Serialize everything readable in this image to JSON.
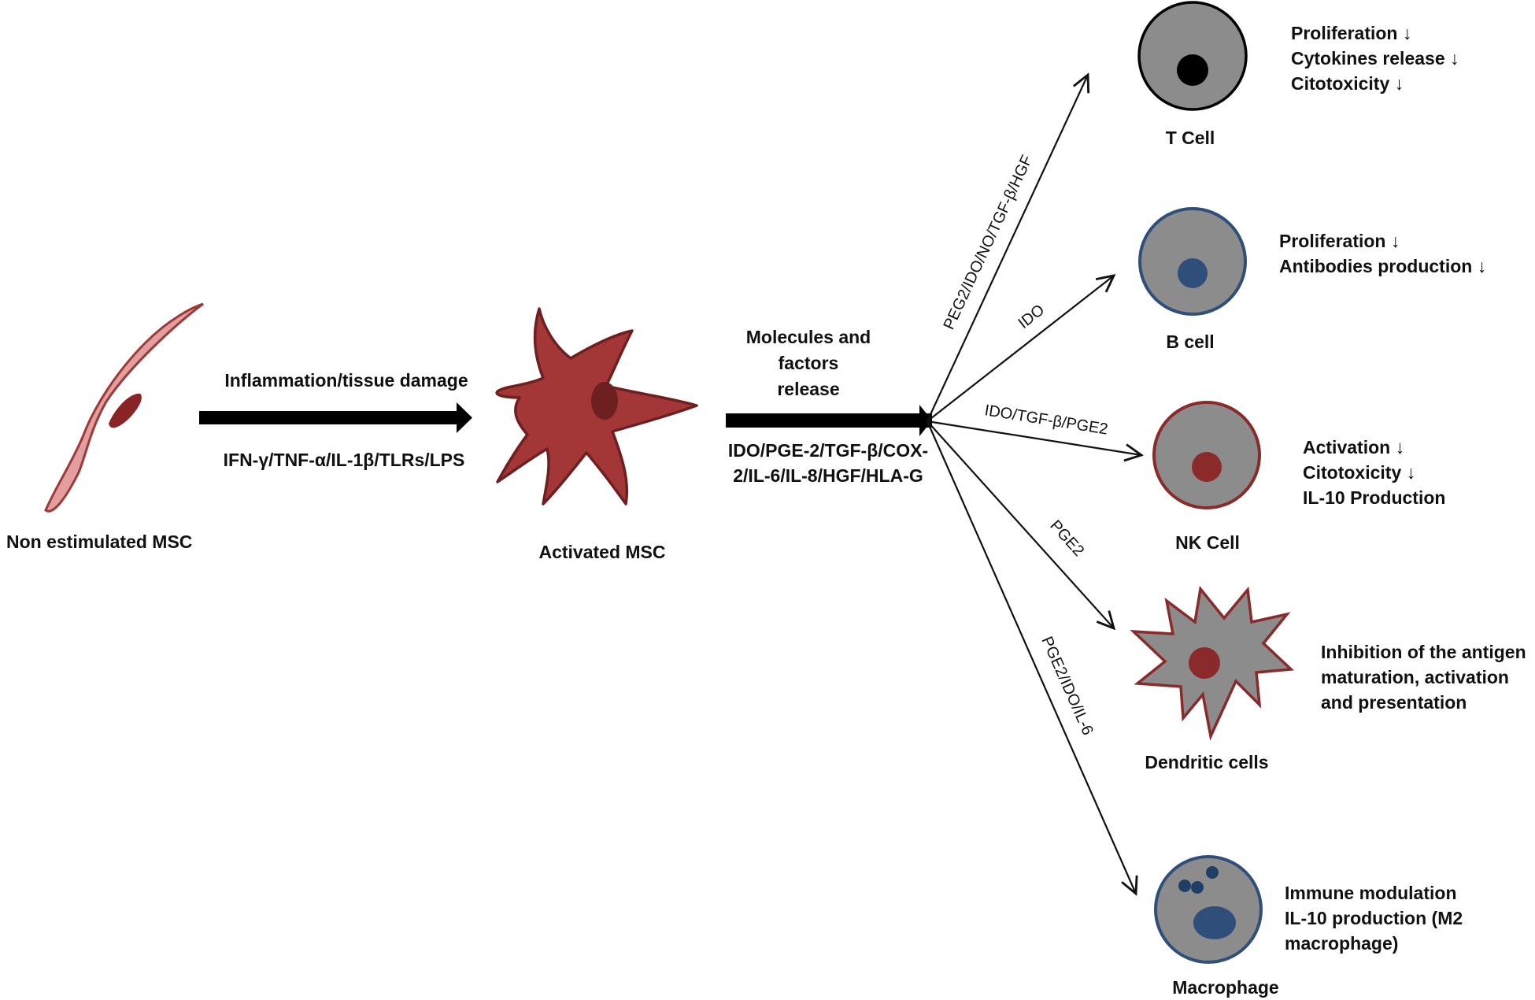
{
  "left": {
    "msc_label": "Non estimulated MSC",
    "arrow_top": "Inflammation/tissue damage",
    "arrow_bottom": "IFN-γ/TNF-α/IL-1β/TLRs/LPS"
  },
  "center": {
    "msc_label": "Activated MSC",
    "release_lines": [
      "Molecules and",
      "factors",
      "release"
    ],
    "molecule_lines": [
      "IDO/PGE-2/TGF-β/COX-",
      "2/IL-6/IL-8/HGF/HLA-G"
    ]
  },
  "branches": {
    "t_cell": "PEG2/IDO/NO/TGF-β/HGF",
    "b_cell": "IDO",
    "nk_cell": "IDO/TGF-β/PGE2",
    "dendritic": "PGE2",
    "macrophage": "PGE2/IDO/IL-6"
  },
  "cells": {
    "t_cell": {
      "name": "T Cell",
      "effects": [
        "Proliferation ↓",
        "Cytokines release ↓",
        "Citotoxicity ↓"
      ]
    },
    "b_cell": {
      "name": "B cell",
      "effects": [
        "Proliferation ↓",
        "Antibodies production ↓"
      ]
    },
    "nk_cell": {
      "name": "NK Cell",
      "effects": [
        "Activation ↓",
        "Citotoxicity ↓",
        "IL-10 Production"
      ]
    },
    "dendritic": {
      "name": "Dendritic cells",
      "effects": [
        "Inhibition of the antigen",
        "maturation, activation",
        "and presentation"
      ]
    },
    "macrophage": {
      "name": "Macrophage",
      "effects": [
        "Immune modulation",
        "IL-10 production (M2",
        "macrophage)"
      ]
    }
  },
  "colors": {
    "msc_fill": "#e39e9e",
    "msc_outline": "#9c3a3a",
    "activated_fill": "#a33636",
    "activated_outline": "#6e1f1f",
    "nucleus_dark": "#8a2424",
    "cell_gray": "#8c8c8c",
    "t_nucleus": "#000000",
    "blue": "#2f4f7a",
    "red": "#8b2a2a"
  }
}
